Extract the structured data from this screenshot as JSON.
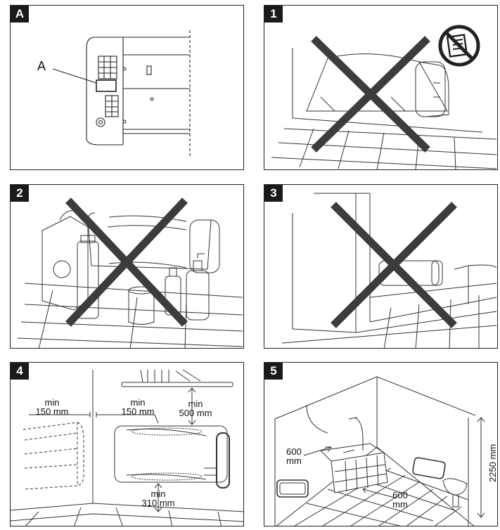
{
  "panels": [
    {
      "id": "A",
      "badge": "A",
      "callout": "A"
    },
    {
      "id": "1",
      "badge": "1"
    },
    {
      "id": "2",
      "badge": "2"
    },
    {
      "id": "3",
      "badge": "3"
    },
    {
      "id": "4",
      "badge": "4",
      "labels": {
        "min": "min",
        "side_clearance": "150 mm",
        "top_clearance": "500 mm",
        "floor_clearance": "310 mm"
      }
    },
    {
      "id": "5",
      "badge": "5",
      "labels": {
        "side_distance": "600",
        "mm": "mm",
        "height": "2250 mm"
      }
    }
  ],
  "icons": {
    "prohibited": "no-cover-prohibited-icon"
  },
  "colors": {
    "cross": "#3c3c3c",
    "line": "#222222",
    "frame": "#222222",
    "badge_bg": "#1a1a1a"
  }
}
